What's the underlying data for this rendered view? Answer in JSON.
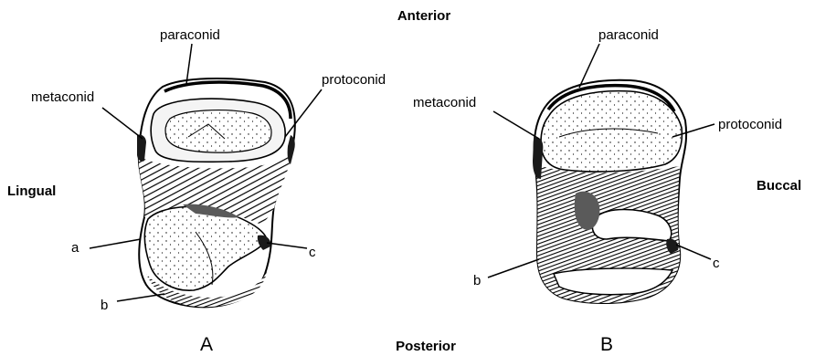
{
  "orientation": {
    "anterior": "Anterior",
    "posterior": "Posterior",
    "lingual": "Lingual",
    "buccal": "Buccal"
  },
  "panels": {
    "a": {
      "letter": "A",
      "labels": {
        "paraconid": "paraconid",
        "protoconid": "protoconid",
        "metaconid": "metaconid",
        "a": "a",
        "b": "b",
        "c": "c"
      }
    },
    "b": {
      "letter": "B",
      "labels": {
        "paraconid": "paraconid",
        "metaconid": "metaconid",
        "protoconid": "protoconid",
        "b": "b",
        "c": "c"
      }
    }
  }
}
